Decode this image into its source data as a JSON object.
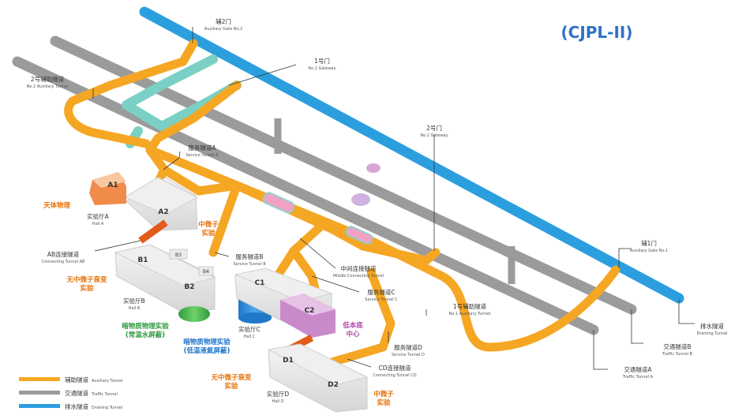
{
  "title": "(CJPL-II)",
  "colors": {
    "auxiliary": "#f5a623",
    "traffic": "#9b9b9b",
    "draining": "#2b9fde",
    "accent": "#2d72c8",
    "orange_text": "#e8730c",
    "green_text": "#2e9a3e",
    "blue_text": "#1d74c9",
    "purple_text": "#b04aa6"
  },
  "labels": {
    "aux_gate_2": {
      "cn": "辅2门",
      "en": "Auxiliary Gate No.2"
    },
    "gateway_1": {
      "cn": "1号门",
      "en": "No.1 Gateway"
    },
    "aux_tunnel_2": {
      "cn": "2号辅助隧道",
      "en": "No.2 Auxiliary Tunnel"
    },
    "gateway_2": {
      "cn": "2号门",
      "en": "No.2 Gateway"
    },
    "service_a": {
      "cn": "服务隧道A",
      "en": "Service Tunnel A"
    },
    "service_b": {
      "cn": "服务隧道B",
      "en": "Service Tunnel B"
    },
    "service_c": {
      "cn": "服务隧道C",
      "en": "Service Tunnel C"
    },
    "service_d": {
      "cn": "服务隧道D",
      "en": "Service Tunnel D"
    },
    "middle_conn": {
      "cn": "中间连接隧道",
      "en": "Middle Connecting Tunnel"
    },
    "ab_conn": {
      "cn": "AB连接隧道",
      "en": "Connecting Tunnel AB"
    },
    "cd_conn": {
      "cn": "CD连接隧道",
      "en": "Connecting Tunnel CD"
    },
    "aux_tunnel_1": {
      "cn": "1号辅助隧道",
      "en": "No.1 Auxiliary Tunnel"
    },
    "aux_gate_1": {
      "cn": "辅1门",
      "en": "Auxiliary Gate No.1"
    },
    "drain_tunnel": {
      "cn": "排水隧道",
      "en": "Draining Tunnel"
    },
    "traffic_b": {
      "cn": "交通隧道B",
      "en": "Traffic Tunnel B"
    },
    "traffic_a": {
      "cn": "交通隧道A",
      "en": "Traffic Tunnel A"
    },
    "hall_a": {
      "cn": "实验厅A",
      "en": "Hall A"
    },
    "hall_b": {
      "cn": "实验厅B",
      "en": "Hall B"
    },
    "hall_c": {
      "cn": "实验厅C",
      "en": "Hall C"
    },
    "hall_d": {
      "cn": "实验厅D",
      "en": "Hall D"
    }
  },
  "halls": {
    "a1": "A1",
    "a2": "A2",
    "b1": "B1",
    "b2": "B2",
    "b3": "B3",
    "b4": "B4",
    "c1": "C1",
    "c2": "C2",
    "d1": "D1",
    "d2": "D2"
  },
  "experiments": {
    "astro": "天体物理",
    "neutrino_a": [
      "中微子",
      "实验"
    ],
    "neutrinoless_b": [
      "无中微子衰变",
      "实验"
    ],
    "dark_b": [
      "暗物质物理实验",
      "(常温水屏蔽)"
    ],
    "dark_c": [
      "暗物质物理实验",
      "(低温液氮屏蔽)"
    ],
    "low_bg": [
      "低本底",
      "中心"
    ],
    "neutrinoless_d": [
      "无中微子衰变",
      "实验"
    ],
    "neutrino_d": [
      "中微子",
      "实验"
    ]
  },
  "legend": [
    {
      "cn": "辅助隧道",
      "en": "Auxiliary Tunnel",
      "color": "#f5a623"
    },
    {
      "cn": "交通隧道",
      "en": "Traffic Tunnel",
      "color": "#9b9b9b"
    },
    {
      "cn": "排水隧道",
      "en": "Draining Tunnel",
      "color": "#2b9fde"
    }
  ]
}
